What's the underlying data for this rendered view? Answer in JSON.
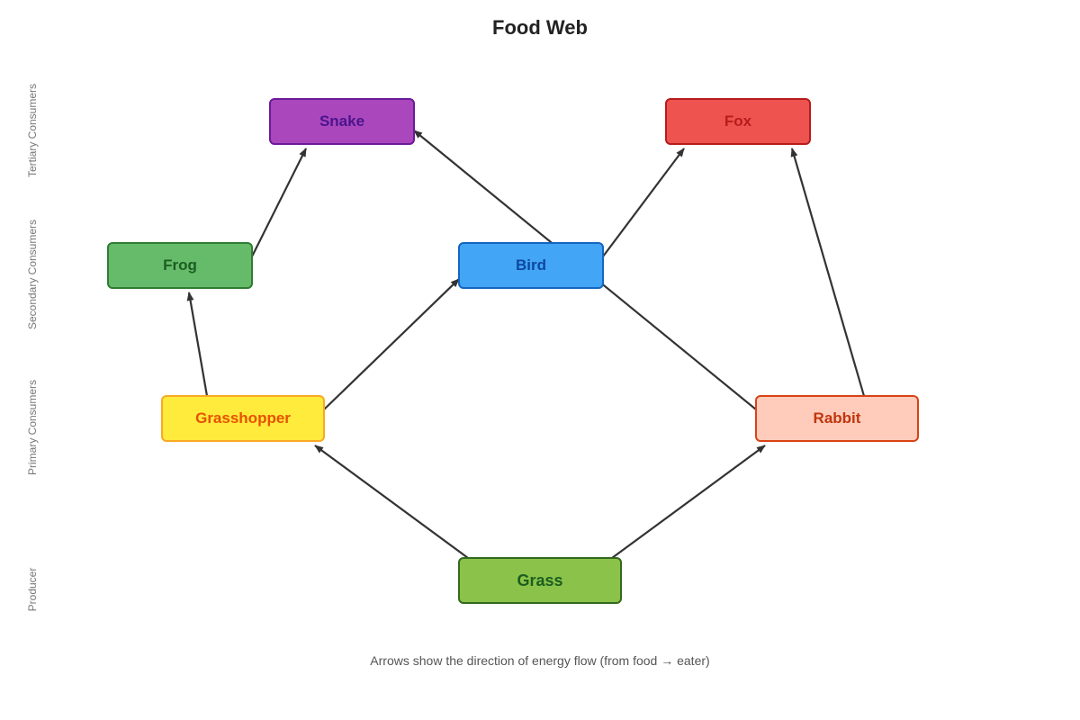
{
  "title": "Food Web",
  "caption": "Arrows show the direction of energy flow (from food → eater)",
  "levels": {
    "tertiary": "Tertiary Consumers",
    "secondary": "Secondary Consumers",
    "primary": "Primary Consumers",
    "producer": "Producer"
  },
  "nodes": {
    "snake": {
      "label": "Snake",
      "fill": "#ab47bc",
      "border": "#6a1b9a",
      "text": "#4a148c"
    },
    "fox": {
      "label": "Fox",
      "fill": "#ef5350",
      "border": "#b71c1c",
      "text": "#b71c1c"
    },
    "frog": {
      "label": "Frog",
      "fill": "#66bb6a",
      "border": "#2e7d32",
      "text": "#1b5e20"
    },
    "bird": {
      "label": "Bird",
      "fill": "#42a5f5",
      "border": "#1565c0",
      "text": "#0d47a1"
    },
    "grasshopper": {
      "label": "Grasshopper",
      "fill": "#ffeb3b",
      "border": "#f9a825",
      "text": "#e65100"
    },
    "rabbit": {
      "label": "Rabbit",
      "fill": "#ffccbc",
      "border": "#d84315",
      "text": "#bf360c"
    },
    "grass": {
      "label": "Grass",
      "fill": "#8bc34a",
      "border": "#33691e",
      "text": "#1b5e20"
    }
  },
  "edges": [
    {
      "from": "grass",
      "to": "grasshopper"
    },
    {
      "from": "grass",
      "to": "rabbit"
    },
    {
      "from": "grasshopper",
      "to": "frog"
    },
    {
      "from": "grasshopper",
      "to": "bird"
    },
    {
      "from": "frog",
      "to": "snake"
    },
    {
      "from": "bird",
      "to": "fox"
    },
    {
      "from": "rabbit",
      "to": "snake"
    },
    {
      "from": "rabbit",
      "to": "fox"
    }
  ],
  "colors": {
    "arrow": "#333333"
  }
}
